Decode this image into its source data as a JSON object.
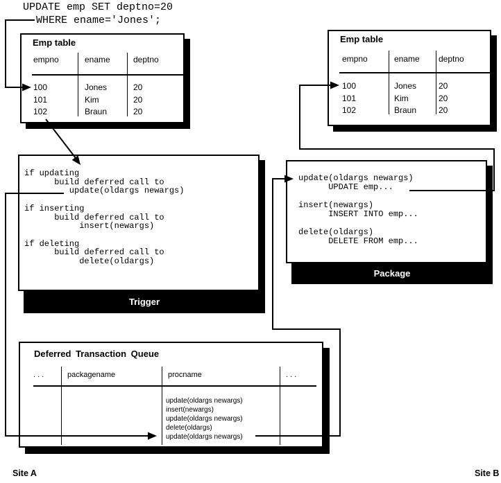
{
  "sql": {
    "line1": "UPDATE emp SET deptno=20",
    "line2": "WHERE ename='Jones';"
  },
  "emp_table": {
    "title": "Emp table",
    "columns": [
      "empno",
      "ename",
      "deptno"
    ],
    "rows": [
      [
        "100",
        "Jones",
        "20"
      ],
      [
        "101",
        "Kim",
        "20"
      ],
      [
        "102",
        "Braun",
        "20"
      ]
    ]
  },
  "trigger": {
    "label": "Trigger",
    "code": "if updating\n      build deferred call to\n         update(oldargs newargs)\n\nif inserting\n      build deferred call to\n           insert(newargs)\n\nif deleting\n      build deferred call to\n           delete(oldargs)"
  },
  "package": {
    "label": "Package",
    "code": "update(oldargs newargs)\n      UPDATE emp...\n\ninsert(newargs)\n      INSERT INTO emp...\n\ndelete(oldargs)\n      DELETE FROM emp..."
  },
  "queue": {
    "title": "Deferred Transaction Queue",
    "columns": [
      ". . .",
      "packagename",
      "procname",
      ". . ."
    ],
    "procnames": [
      "update(oldargs newargs)",
      "insert(newargs)",
      "update(oldargs newargs)",
      "delete(oldargs)",
      "update(oldargs newargs)"
    ]
  },
  "sites": {
    "a": "Site A",
    "b": "Site B"
  },
  "colors": {
    "line": "#000000",
    "background": "#ffffff",
    "banner_text": "#ffffff"
  }
}
